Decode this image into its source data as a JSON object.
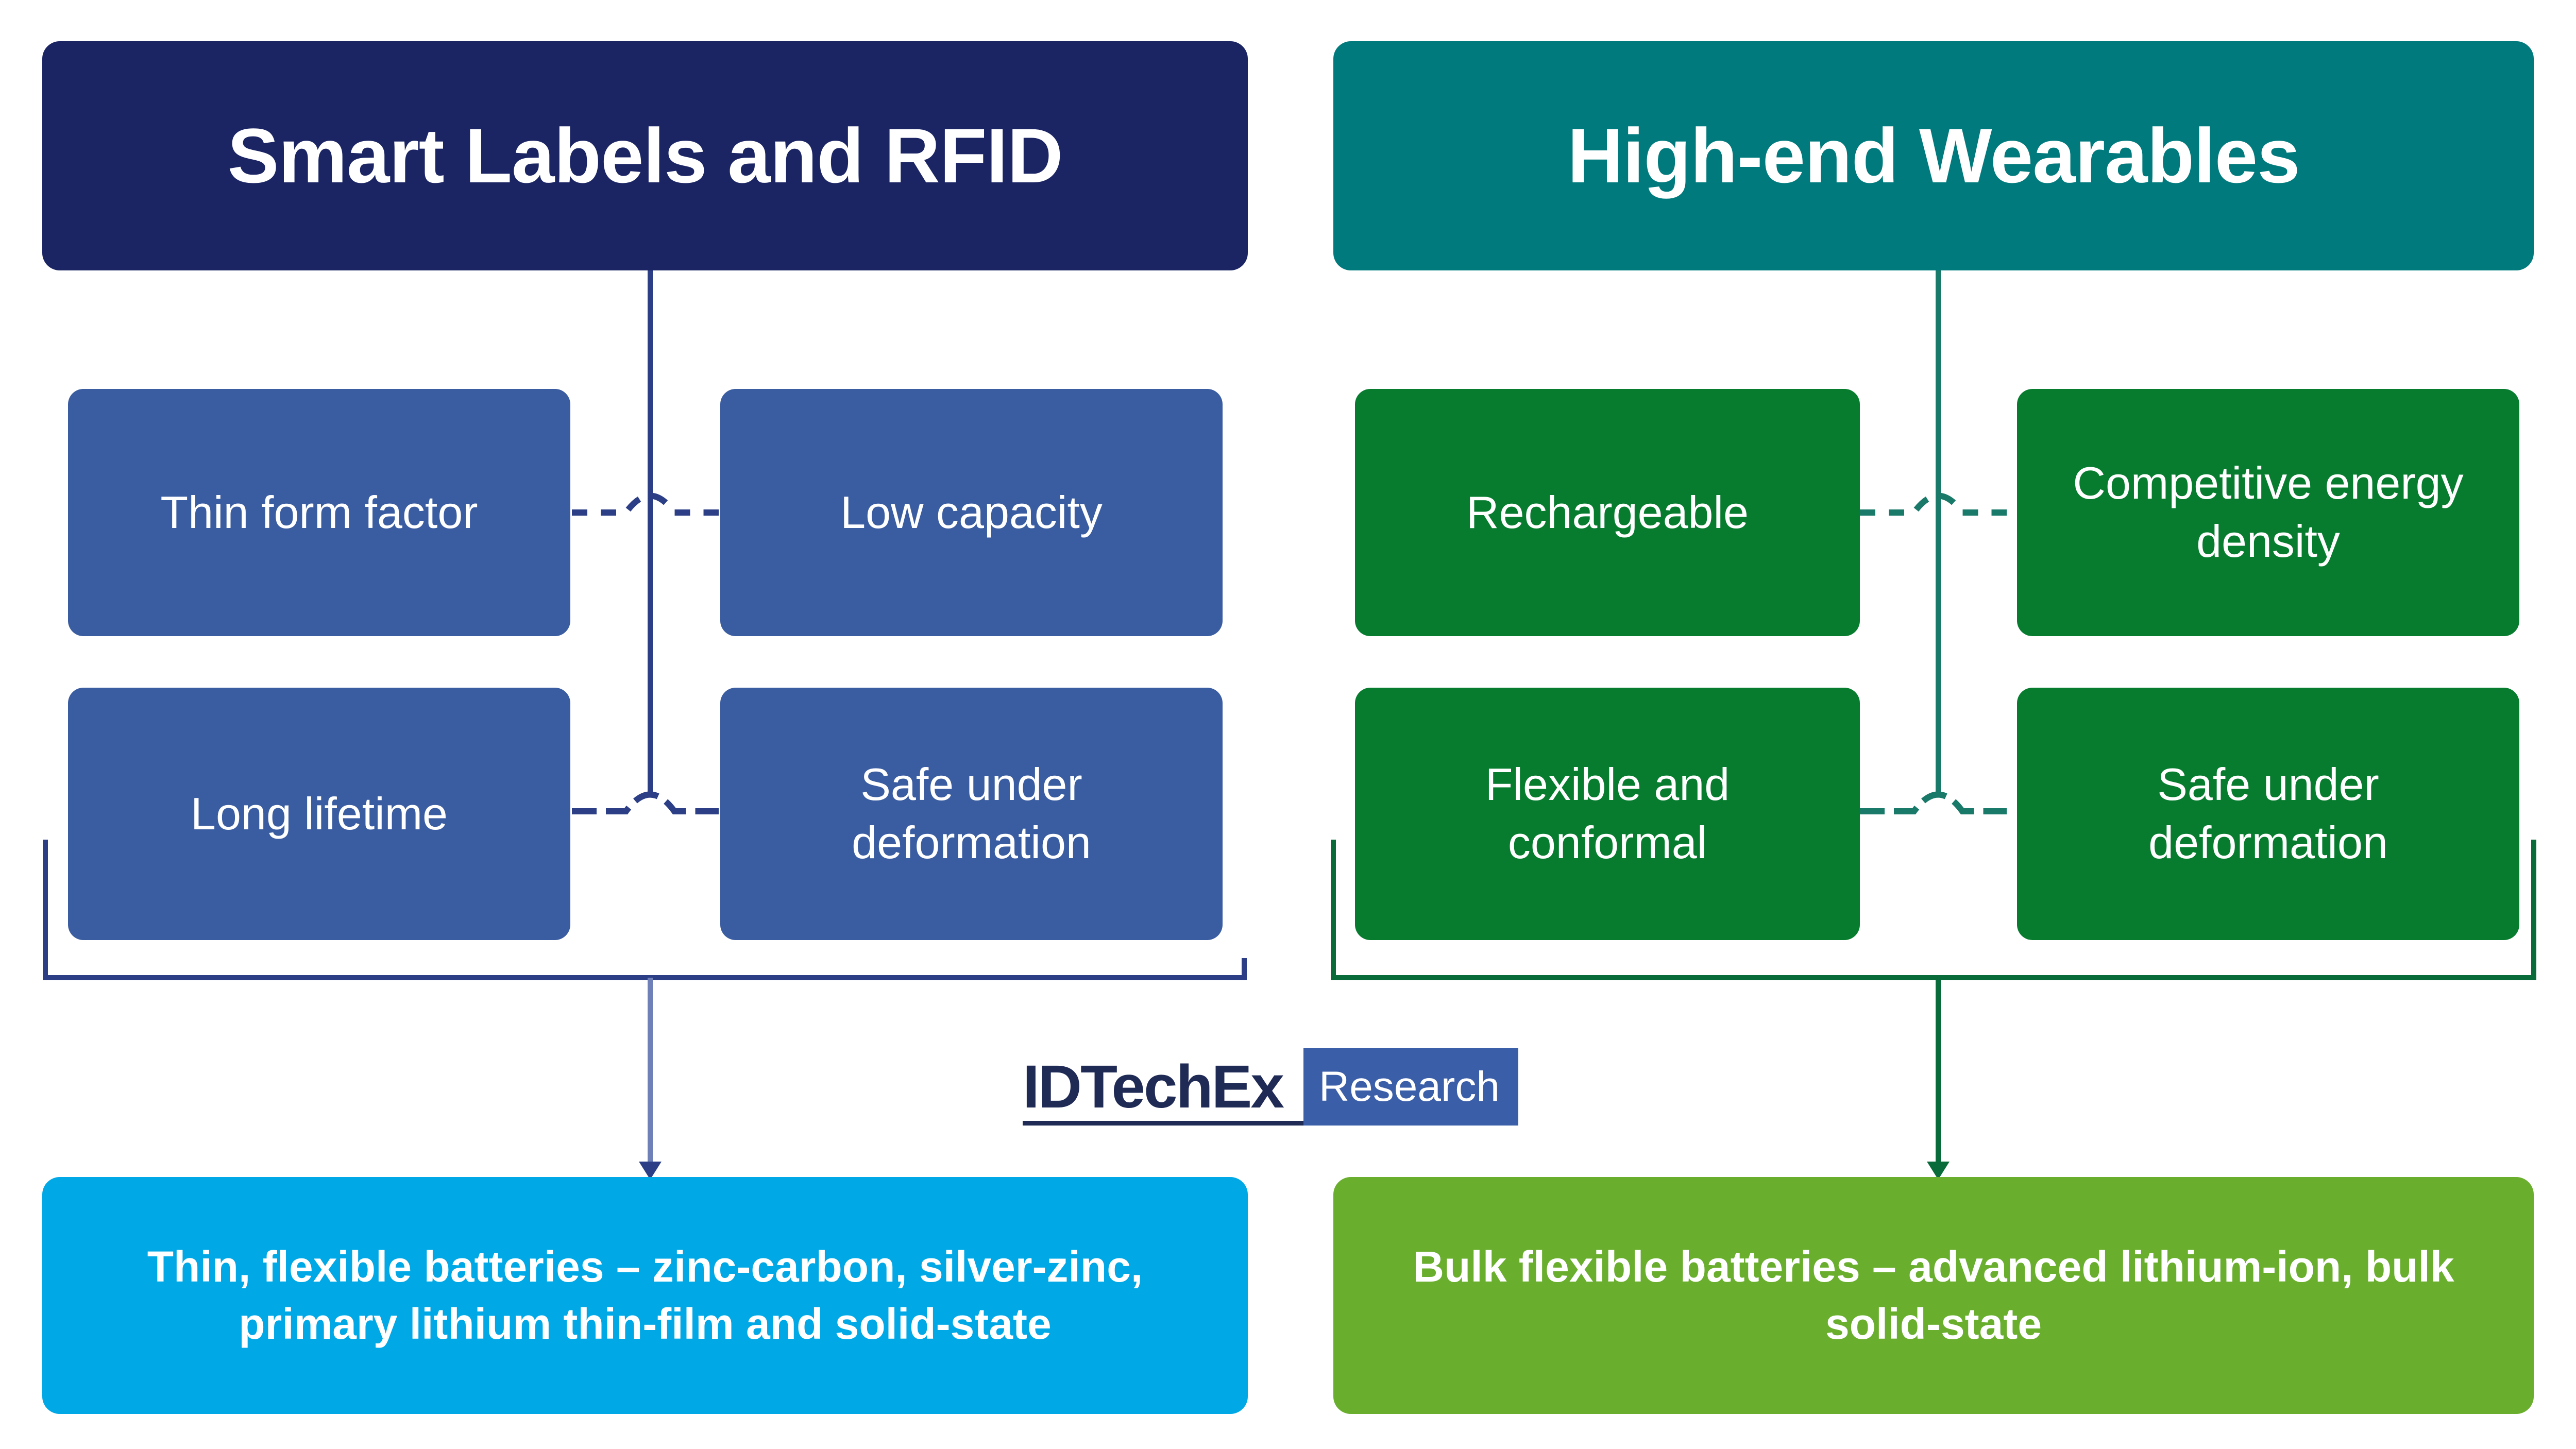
{
  "left": {
    "title": "Smart Labels and RFID",
    "color": "#1b2564",
    "card_color": "#3a5ca0",
    "outcome_color": "#00a8e6",
    "line_color": "#2c3f86",
    "features": [
      "Thin form factor",
      "Low capacity",
      "Long lifetime",
      "Safe under deformation"
    ],
    "outcome": "Thin, flexible batteries – zinc-carbon, silver-zinc, primary lithium thin-film and solid-state"
  },
  "right": {
    "title": "High-end Wearables",
    "color": "#007a7c",
    "card_color": "#077c2f",
    "outcome_color": "#6aae2e",
    "line_color": "#1a7a6a",
    "features": [
      "Rechargeable",
      "Competitive energy density",
      "Flexible and conformal",
      "Safe under deformation"
    ],
    "outcome": "Bulk flexible batteries – advanced lithium-ion, bulk solid-state"
  },
  "watermark": {
    "brand": "IDTechEx",
    "badge": "Research"
  }
}
